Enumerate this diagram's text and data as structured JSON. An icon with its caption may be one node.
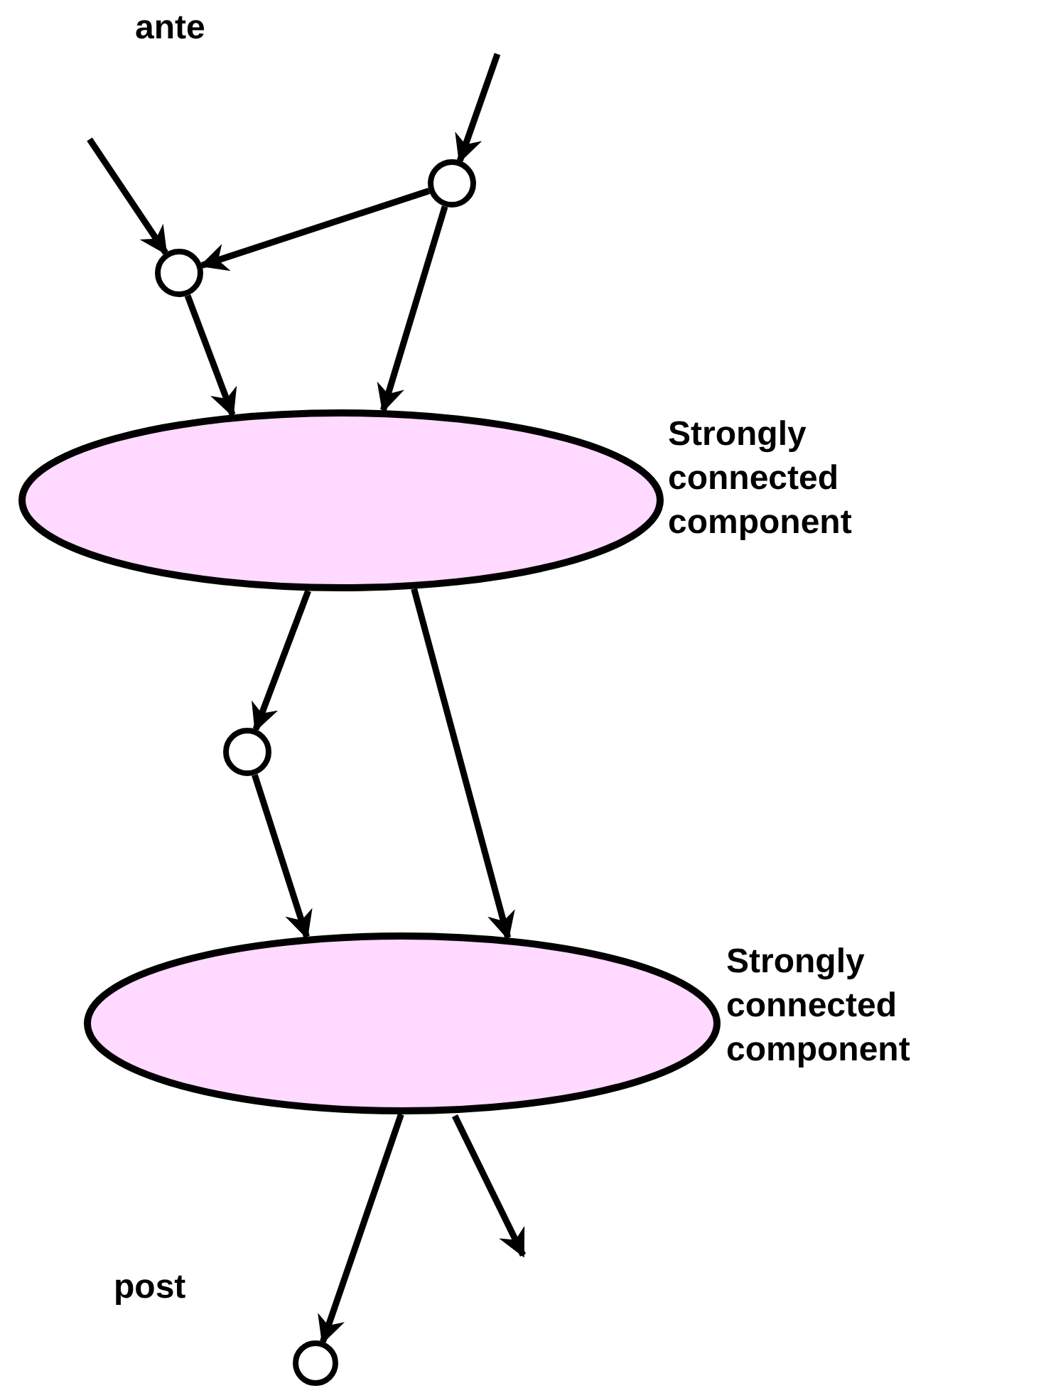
{
  "diagram": {
    "nodes": [
      {
        "text": [],
        "shape": "circle"
      },
      {
        "text": [],
        "shape": "circle"
      },
      {
        "text": [],
        "shape": "ellipse",
        "beside": [
          "Strongly connected component"
        ]
      },
      {
        "text": [],
        "shape": "circle"
      },
      {
        "text": [],
        "shape": "ellipse",
        "beside": [
          "Strongly connected component"
        ]
      },
      {
        "text": [],
        "shape": "circle"
      }
    ],
    "edges": [
      {
        "from": null,
        "to": 0,
        "arrow": "to"
      },
      {
        "from": null,
        "to": 1,
        "arrow": "to"
      },
      {
        "from": 0,
        "to": 1,
        "arrow": "to"
      },
      {
        "from": 1,
        "to": 2,
        "arrow": "to"
      },
      {
        "from": 0,
        "to": 2,
        "arrow": "to"
      },
      {
        "from": 2,
        "to": 3,
        "arrow": "to"
      },
      {
        "from": 2,
        "to": 4,
        "arrow": "to"
      },
      {
        "from": 3,
        "to": 4,
        "arrow": "to"
      },
      {
        "from": 4,
        "to": 5,
        "arrow": "to"
      },
      {
        "from": 4,
        "to": null,
        "arrow": "to"
      }
    ],
    "labels": [
      "ante",
      "post"
    ]
  }
}
